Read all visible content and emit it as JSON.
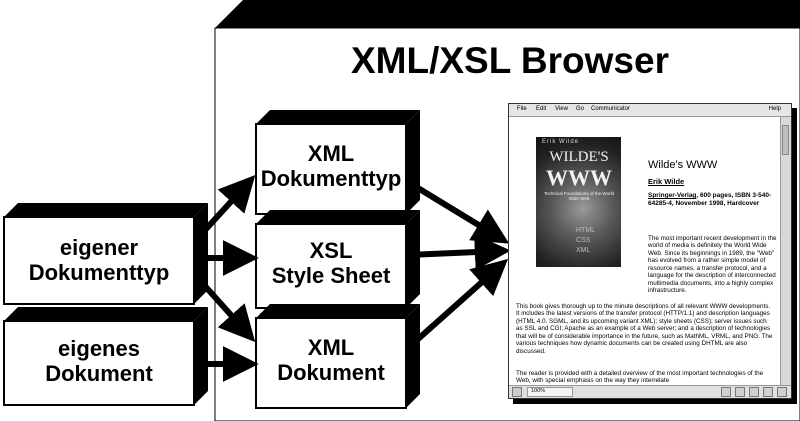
{
  "diagram": {
    "browser_title": "XML/XSL Browser",
    "boxes": {
      "eigener_dokumenttyp": [
        "eigener",
        "Dokumenttyp"
      ],
      "eigenes_dokument": [
        "eigenes",
        "Dokument"
      ],
      "xml_dokumenttyp": [
        "XML",
        "Dokumenttyp"
      ],
      "xsl_style_sheet": [
        "XSL",
        "Style Sheet"
      ],
      "xml_dokument": [
        "XML",
        "Dokument"
      ]
    }
  },
  "browser": {
    "menu": [
      "File",
      "Edit",
      "View",
      "Go",
      "Communicator"
    ],
    "help": "Help",
    "zoom": "100%",
    "cover": {
      "spine_author": "Erik Wilde",
      "line1": "WILDE'S",
      "line2": "WWW",
      "subtitle": "Technical Foundations of the World Wide Web",
      "tags": [
        "HTML",
        "CSS",
        "XML"
      ]
    },
    "heading": "Wilde's WWW",
    "author": "Erik Wilde",
    "publisher": "Springer-Verlag",
    "pub_details": ", 600 pages, ISBN 3-540-64285-4, November 1998, Hardcover",
    "para1": "The most important recent development in the world of media is definitely the World Wide Web. Since its beginnings in 1989, the \"Web\" has evolved from a rather simple model of resource names, a transfer protocol, and a language for the description of interconnected multimedia documents, into a highly complex infrastructure.",
    "para2": "This book gives thorough up to the minute descriptions of all relevant WWW developments. It includes the latest versions of the transfer protocol (HTTP/1.1) and description languages (HTML 4.0, SGML, and its upcoming variant XML); style sheets (CSS); server issues such as SSL and CGI; Apache as an example of a Web server; and a description of technologies that will be of considerable importance in the future, such as MathML, VRML, and PNG. The various techniques how dynamic documents can be created using DHTML are also discussed.",
    "para3": "The reader is provided with a detailed overview of the most important technologies of the Web, with special emphasis on the way they interrelate"
  }
}
